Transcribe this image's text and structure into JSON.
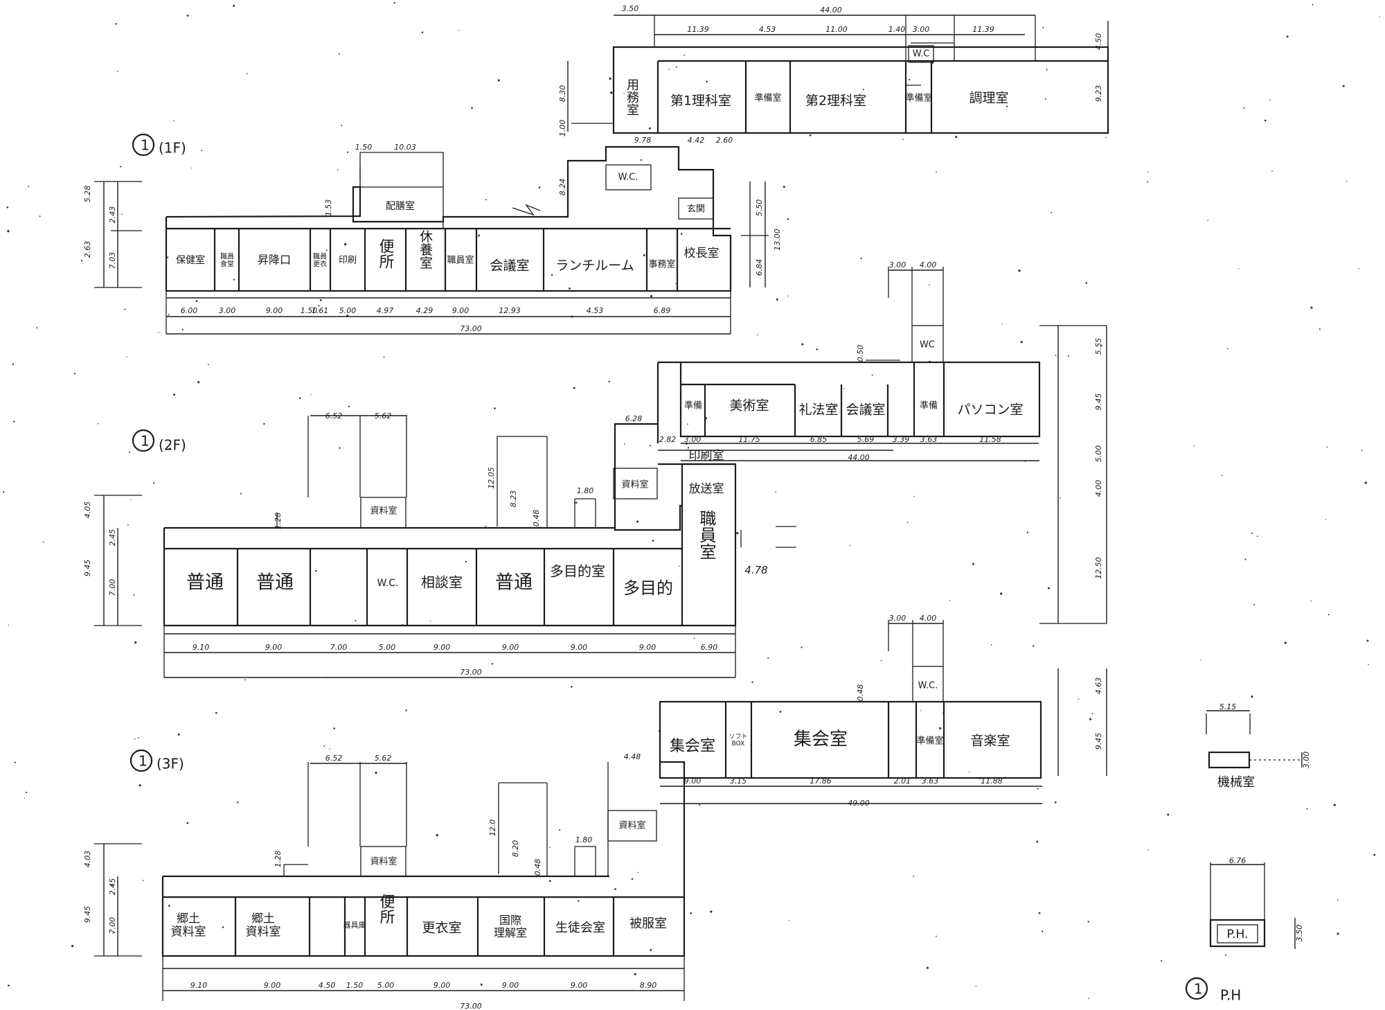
{
  "colors": {
    "ink": "#1a1a1a",
    "paper": "#ffffff"
  },
  "floor_labels": {
    "f1": {
      "mark": "1",
      "text": "(1F)"
    },
    "f2": {
      "mark": "1",
      "text": "(2F)"
    },
    "f3": {
      "mark": "1",
      "text": "(3F)"
    },
    "ph": {
      "mark": "1",
      "text": "P.H"
    }
  },
  "annex_top": {
    "rooms": {
      "yomushitsu": "用務室",
      "rika1": "第1理科室",
      "junbi_a": "準備室",
      "rika2": "第2理科室",
      "junbi_b": "準備室",
      "chori": "調理室"
    },
    "wc": "W.C",
    "dims": {
      "total": "44.00",
      "d1": "3.50",
      "d2": "11.39",
      "d3": "4.53",
      "d4": "11.00",
      "d5": "1.40",
      "d6": "3.00",
      "d7": "11.39",
      "h1": "4.50",
      "h2": "9.23",
      "h3": "8.30",
      "h4": "1.00",
      "b1": "9.78",
      "b2": "4.42",
      "b3": "2.60"
    }
  },
  "floor1": {
    "rooms": {
      "hokenshitsu": "保健室",
      "shokuin_shokudo": "職員\n食堂",
      "shokoguchi": "昇降口",
      "shokuin_kosei": "職員\n更衣",
      "kyushokushitsu": "印刷",
      "benjo": "便所",
      "kyuyoshitsu": "休養室",
      "kyuyo_sm": "職員室",
      "kaigishitsu": "会議室",
      "lunchroom": "ランチルーム",
      "jimushitsu": "事務室",
      "kochoshitsu": "校長室",
      "haizenshitsu": "配膳室",
      "wc": "W.C.",
      "genkan": "玄関"
    },
    "dims": [
      "6.00",
      "3.00",
      "9.00",
      "1.50",
      "1.61",
      "5.00",
      "4.97",
      "4.29",
      "9.00",
      "12.93",
      "4.53",
      "6.89"
    ],
    "total": "73.00",
    "top_dims": [
      "1.50",
      "10.03"
    ],
    "side_dims": [
      "5.28",
      "2.43",
      "7.03",
      "2.63",
      "5.50",
      "13.00",
      "6.84",
      "8.24",
      "1.53"
    ]
  },
  "floor2_annex": {
    "rooms": {
      "junbi_a": "準備",
      "bijutsu": "美術室",
      "reiho": "礼法室",
      "kaigi": "会議室",
      "junbi_b": "準備",
      "pc": "パソコン室",
      "insatsu": "印刷室",
      "hoso": "放送室"
    },
    "wc": "WC",
    "dims": [
      "2.82",
      "3.00",
      "11.75",
      "6.85",
      "5.69",
      "3.39",
      "3.63",
      "11.58"
    ],
    "total": "44.00",
    "top_dims": [
      "3.00",
      "4.00",
      "0.50"
    ],
    "side_dims": [
      "5.55",
      "9.45",
      "5.00",
      "4.00",
      "12.50"
    ]
  },
  "floor2": {
    "rooms": {
      "futsu1": "普通",
      "futsu2": "普通",
      "wc": "W.C.",
      "kyoiku_sodan": "相談室",
      "futsu3": "普通",
      "tamokuteki_shitsu": "多目的室",
      "tamokuteki": "多目的",
      "shiryoshitsu_a": "資料室",
      "shiryoshitsu_b": "資料室",
      "shokuinshitsu": "職員室"
    },
    "dims": [
      "9.10",
      "9.00",
      "7.00",
      "5.00",
      "9.00",
      "9.00",
      "9.00",
      "9.00",
      "6.90"
    ],
    "total": "73.00",
    "top_dims": [
      "6.52",
      "5.62",
      "6.28",
      "1.80",
      "12.05",
      "8.23",
      "0.48"
    ],
    "side_dims": [
      "4.05",
      "9.45",
      "2.45",
      "7.00",
      "1.28",
      "4.78"
    ]
  },
  "floor3_annex": {
    "rooms": {
      "shukai_a": "集会室",
      "soft": "ソフト\nBOX",
      "shukai": "集会室",
      "junbi": "準備室",
      "ongaku": "音楽室"
    },
    "wc": "W.C.",
    "dims": [
      "9.00",
      "3.15",
      "17.86",
      "2.01",
      "3.63",
      "11.88"
    ],
    "total": "49.00",
    "top_dims": [
      "3.00",
      "4.00",
      "0.48"
    ],
    "side_dims": [
      "4.63",
      "9.45"
    ]
  },
  "floor3": {
    "rooms": {
      "kyodo1": "郷土\n資料室",
      "kyodo2": "郷土\n資料室",
      "bikin": "器具庫",
      "benjo": "便所",
      "koishitsu": "更衣室",
      "kokusai": "国際\n理解室",
      "seitokai": "生徒会室",
      "hifuku": "被服室",
      "shiryo_a": "資料室",
      "shiryo_b": "資料室"
    },
    "dims": [
      "9.10",
      "9.00",
      "4.50",
      "1.50",
      "5.00",
      "9.00",
      "9.00",
      "9.00",
      "8.90"
    ],
    "total": "73.00",
    "top_dims": [
      "6.52",
      "5.62",
      "4.48",
      "1.80",
      "12.0",
      "8.20",
      "0.48"
    ],
    "side_dims": [
      "4.03",
      "9.45",
      "2.45",
      "7.00",
      "1.28"
    ]
  },
  "penthouse": {
    "kikai": "機械室",
    "ph_box": "P.H.",
    "dims": {
      "w1": "5.15",
      "h1": "3.00",
      "w2": "6.76",
      "h2": "3.50"
    }
  }
}
